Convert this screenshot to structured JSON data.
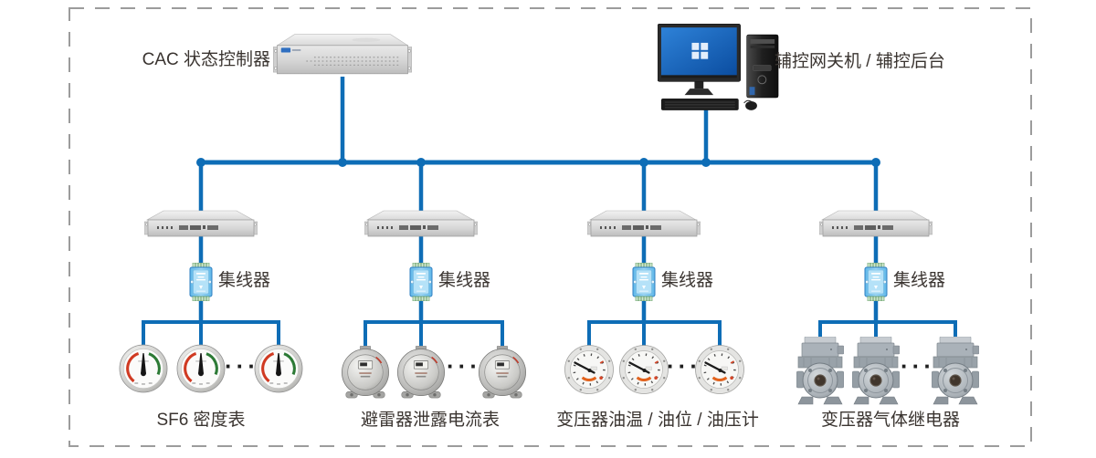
{
  "diagram": {
    "top": {
      "controller_label": "CAC 状态控制器",
      "computer_label": "辅控网关机 / 辅控后台"
    },
    "groups": [
      {
        "hub_label": "集线器",
        "ellipsis": "···",
        "device_label": "SF6 密度表"
      },
      {
        "hub_label": "集线器",
        "ellipsis": "···",
        "device_label": "避雷器泄露电流表"
      },
      {
        "hub_label": "集线器",
        "ellipsis": "···",
        "device_label": "变压器油温 / 油位 / 油压计"
      },
      {
        "hub_label": "集线器",
        "ellipsis": "···",
        "device_label": "变压器气体继电器"
      }
    ],
    "colors": {
      "line": "#0e6db6",
      "border": "#9c9c9c",
      "text": "#3a3430"
    }
  }
}
